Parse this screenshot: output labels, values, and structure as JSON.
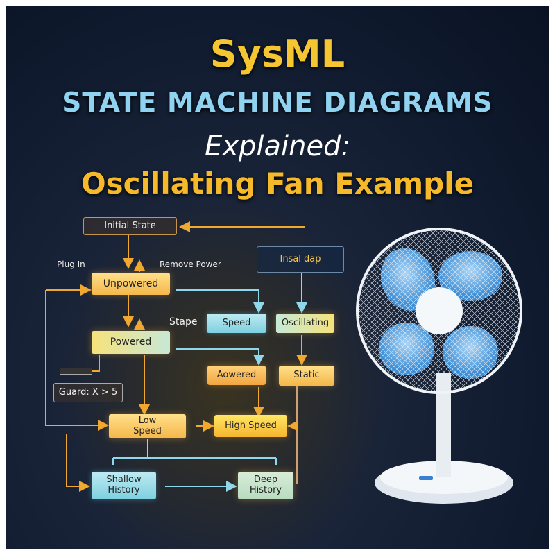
{
  "title": {
    "line1": "SysML",
    "line2": "STATE MACHINE DIAGRAMS",
    "line3": "Explained:",
    "line4": "Oscillating Fan Example"
  },
  "diagram": {
    "initial_state": "Initial State",
    "plug_in": "Plug In",
    "remove_power": "Remove Power",
    "unpowered": "Unpowered",
    "insal_dap": "Insal dap",
    "stape": "Stape",
    "speed": "Speed",
    "oscillating": "Oscillating",
    "powered": "Powered",
    "aowered": "Aowered",
    "static": "Static",
    "guard": "Guard: X > 5",
    "low_speed": "Low Speed",
    "high_speed": "High Speed",
    "shallow_history": "Shallow History",
    "deep_history": "Deep History"
  },
  "colors": {
    "accent_yellow": "#f6c532",
    "accent_blue": "#8fd3f0",
    "arrow_orange": "#f0a830",
    "arrow_blue": "#8fd8ec"
  }
}
